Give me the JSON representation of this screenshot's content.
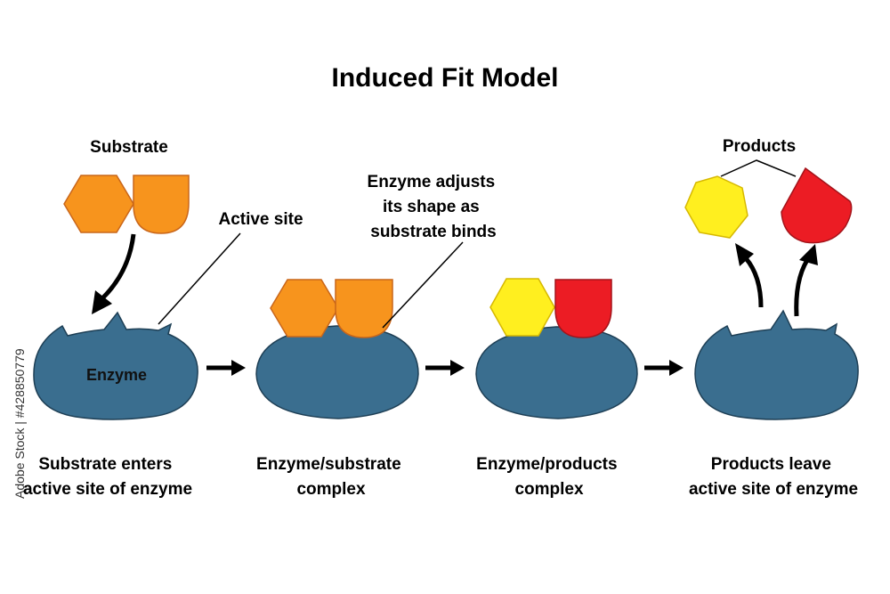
{
  "title": "Induced Fit Model",
  "labels": {
    "substrate": "Substrate",
    "active_site": "Active site",
    "enzyme": "Enzyme",
    "enzyme_adjusts": [
      "Enzyme adjusts",
      "its shape as",
      "substrate binds"
    ],
    "products": "Products"
  },
  "captions": [
    [
      "Substrate enters",
      "active site of enzyme"
    ],
    [
      "Enzyme/substrate",
      "complex"
    ],
    [
      "Enzyme/products",
      "complex"
    ],
    [
      "Products leave",
      "active site of enzyme"
    ]
  ],
  "stock_id": "Adobe Stock | #428850779",
  "colors": {
    "enzyme": "#3a6e8f",
    "substrate": "#f7941d",
    "product_yellow": "#ffef1f",
    "product_red": "#ec1c24"
  }
}
